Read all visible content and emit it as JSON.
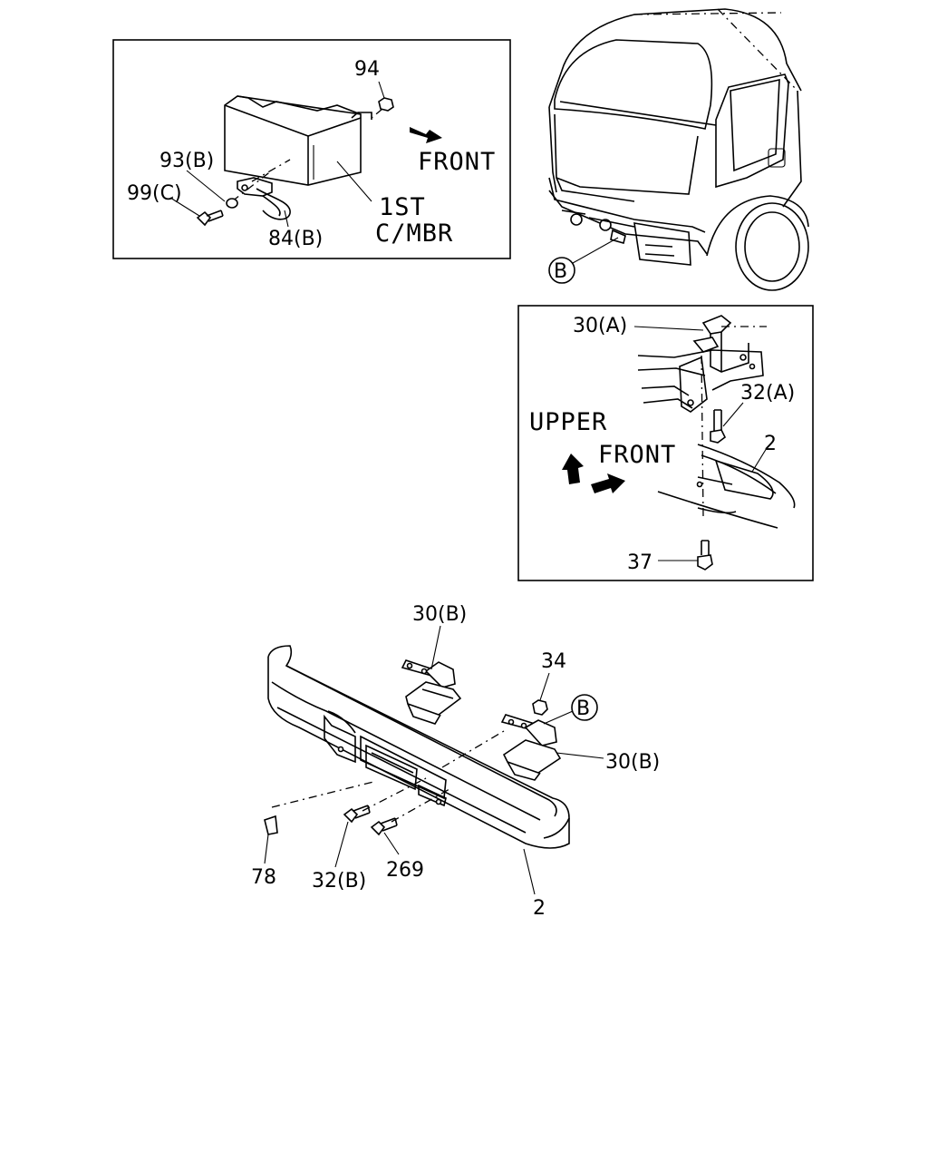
{
  "diagram": {
    "inset_top_left": {
      "labels": {
        "p94": "94",
        "p93b": "93(B)",
        "p99c": "99(C)",
        "p84b": "84(B)",
        "front": "FRONT",
        "member_1": "1ST",
        "member_2": "C/MBR"
      }
    },
    "truck_view": {
      "labels": {
        "ref_b": "B"
      }
    },
    "inset_right": {
      "labels": {
        "p30a": "30(A)",
        "p32a": "32(A)",
        "upper": "UPPER",
        "front": "FRONT",
        "p2": "2",
        "p37": "37"
      }
    },
    "bumper_view": {
      "labels": {
        "p30b_top": "30(B)",
        "p34": "34",
        "ref_b": "B",
        "p30b_right": "30(B)",
        "p78": "78",
        "p32b": "32(B)",
        "p269": "269",
        "p2": "2"
      }
    }
  }
}
